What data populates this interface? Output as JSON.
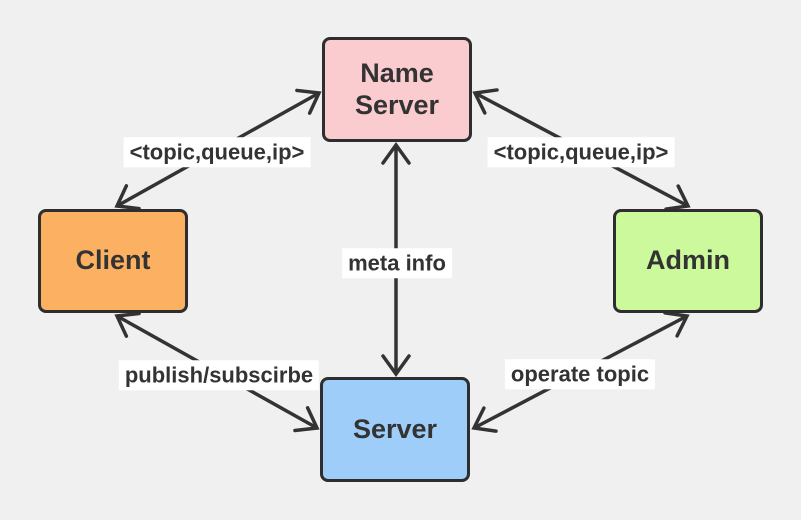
{
  "diagram": {
    "background": "#f0f0f0",
    "stroke_color": "#333333",
    "text_color": "#333333",
    "edge_label_background": "#ffffff",
    "nodes": [
      {
        "id": "name-server",
        "label": "Name Server",
        "fill": "#fbcccf"
      },
      {
        "id": "client",
        "label": "Client",
        "fill": "#fcb062"
      },
      {
        "id": "admin",
        "label": "Admin",
        "fill": "#ccf99b"
      },
      {
        "id": "server",
        "label": "Server",
        "fill": "#9ecdf9"
      }
    ],
    "edges": [
      {
        "from": "Client",
        "to": "Name Server",
        "label": "<topic,queue,ip>",
        "arrows": "both"
      },
      {
        "from": "Name Server",
        "to": "Admin",
        "label": "<topic,queue,ip>",
        "arrows": "both"
      },
      {
        "from": "Name Server",
        "to": "Server",
        "label": "meta info",
        "arrows": "both"
      },
      {
        "from": "Client",
        "to": "Server",
        "label": "publish/subscirbe",
        "arrows": "both"
      },
      {
        "from": "Server",
        "to": "Admin",
        "label": "operate topic",
        "arrows": "both"
      }
    ]
  }
}
